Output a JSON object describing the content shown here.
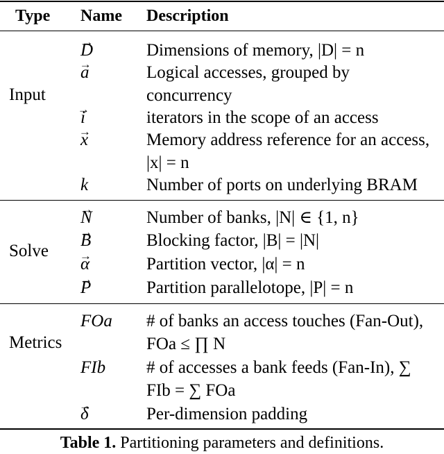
{
  "table": {
    "headers": {
      "type": "Type",
      "name": "Name",
      "description": "Description"
    },
    "groups": [
      {
        "type": "Input",
        "rows": [
          {
            "name": "D",
            "description": "Dimensions of memory, |D| = n"
          },
          {
            "name": "a",
            "description": "Logical accesses, grouped by concurrency"
          },
          {
            "name": "i",
            "description": "iterators in the scope of an access"
          },
          {
            "name": "x",
            "description": "Memory address reference for an access, |x| = n"
          },
          {
            "name": "k",
            "description": "Number of ports on underlying BRAM"
          }
        ]
      },
      {
        "type": "Solve",
        "rows": [
          {
            "name": "N",
            "description": "Number of banks, |N| ∈ {1, n}"
          },
          {
            "name": "B",
            "description": "Blocking factor, |B| = |N|"
          },
          {
            "name": "α",
            "description": "Partition vector, |α| = n"
          },
          {
            "name": "P",
            "description": "Partition parallelotope, |P| = n"
          }
        ]
      },
      {
        "type": "Metrics",
        "rows": [
          {
            "name": "FOa",
            "description": "# of banks an access touches (Fan-Out), FOa ≤ ∏ N"
          },
          {
            "name": "FIb",
            "description": "# of accesses a bank feeds (Fan-In), ∑ FIb = ∑ FOa"
          },
          {
            "name": "δ",
            "description": "Per-dimension padding"
          }
        ]
      }
    ]
  },
  "caption": {
    "label": "Table 1.",
    "text": " Partitioning parameters and definitions."
  }
}
